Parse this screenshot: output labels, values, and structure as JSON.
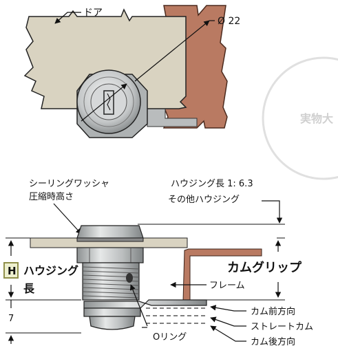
{
  "top_view": {
    "door_label": "ドア",
    "diameter_label": "Ø 22"
  },
  "stamp": {
    "text": "実物大"
  },
  "side_view": {
    "sealing_washer_line1": "シーリングワッシャ",
    "sealing_washer_line2": "圧縮時高さ",
    "housing_length_line1": "ハウジング長 1: 6.3",
    "housing_length_line2": "その他ハウジング",
    "h_box": "H",
    "h_label_line1": "ハウジング",
    "h_label_line2": "長",
    "cam_grip": "カムグリップ",
    "frame": "フレーム",
    "dim_7": "7",
    "o_ring": "Oリング",
    "cam_forward": "カム前方向",
    "straight_cam": "ストレートカム",
    "cam_backward": "カム後方向"
  },
  "colors": {
    "door_fill": "#d9d3c1",
    "frame_fill": "#b97a62",
    "lock_metal": "#c9cccd",
    "h_box_fill": "#eef0cf",
    "h_box_border": "#8f8f4a",
    "stamp_color": "#d7d7d7"
  }
}
